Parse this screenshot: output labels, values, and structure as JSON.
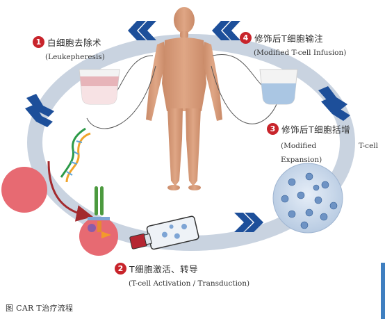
{
  "steps": [
    {
      "num": "1",
      "zh": "白细胞去除术",
      "en": "(Leukepheresis)"
    },
    {
      "num": "2",
      "zh": "T细胞激活、转导",
      "en": "(T-cell Activation / Transduction)"
    },
    {
      "num": "3",
      "zh": "修饰后T细胞括增",
      "en_line1a": "(Modified",
      "en_line1b": "T-cell",
      "en_line2": "Expansion)"
    },
    {
      "num": "4",
      "zh": "修饰后T细胞输注",
      "en": "(Modified T-cell Infusion)"
    }
  ],
  "caption": "图  CAR T治疗流程",
  "colors": {
    "cycle": "#c9d3e0",
    "chevron": "#1d4f9a",
    "body": "#d79b7a",
    "step_badge": "#c8242b",
    "blood_bag_top": "#e7b4b9",
    "cell_bag_top": "#aac6e3",
    "red_cell": "#e76a72",
    "flask_cap": "#b52632",
    "expansion_dish": "#c9d8ea"
  },
  "icons": [
    "human-body-icon",
    "blood-bag-icon",
    "cell-bag-icon",
    "dna-icon",
    "car-receptor-icon",
    "culture-flask-icon",
    "cell-culture-dish-icon"
  ]
}
